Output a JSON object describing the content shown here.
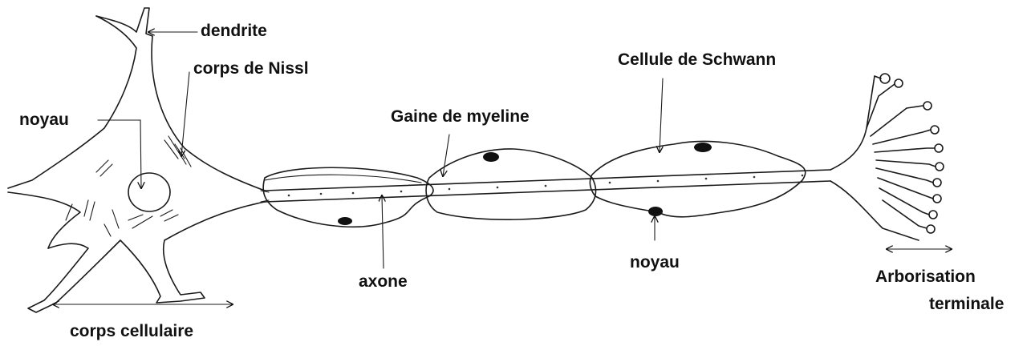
{
  "labels": {
    "dendrite": "dendrite",
    "nissl": "corps de Nissl",
    "noyau_soma": "noyau",
    "gaine": "Gaine de myeline",
    "schwann": "Cellule de Schwann",
    "axone": "axone",
    "noyau_schwann": "noyau",
    "corps_cellulaire": "corps cellulaire",
    "arborisation_line1": "Arborisation",
    "arborisation_line2": "terminale"
  }
}
